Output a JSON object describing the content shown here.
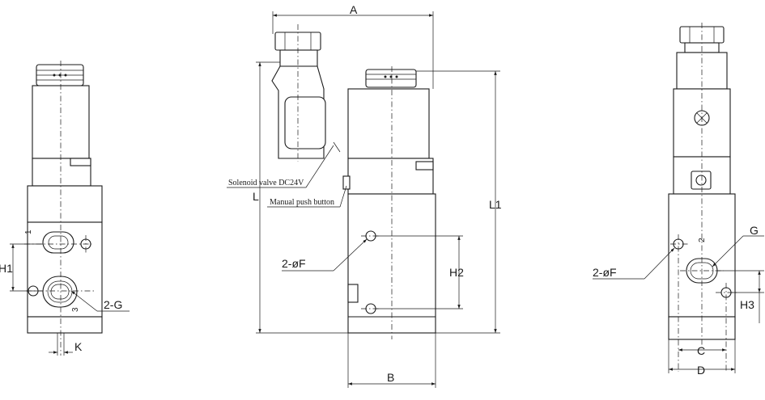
{
  "labels": {
    "A": "A",
    "B": "B",
    "C": "C",
    "D": "D",
    "L": "L",
    "L1": "L1",
    "H1": "H1",
    "H2": "H2",
    "H3": "H3",
    "K": "K",
    "G": "G",
    "two_G": "2-G",
    "two_phiF_front": "2-øF",
    "two_phiF_right": "2-øF",
    "port_1": "1",
    "port_2": "2",
    "port_3": "3"
  },
  "callouts": {
    "solenoid": "Solenoid valve DC24V",
    "manual_button": "Manual push button"
  }
}
